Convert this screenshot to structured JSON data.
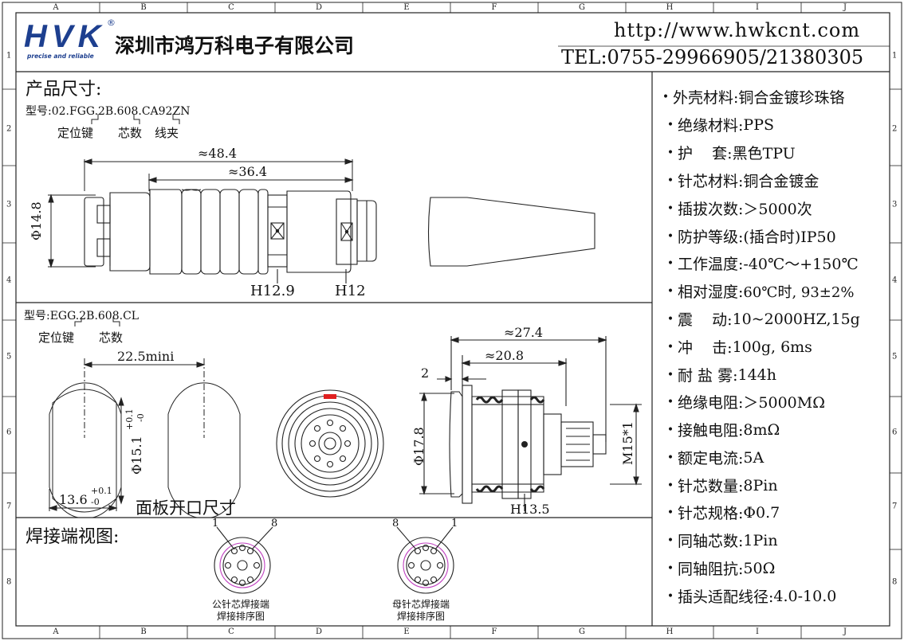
{
  "grid": {
    "columns": [
      "A",
      "B",
      "C",
      "D",
      "E",
      "F",
      "G",
      "H",
      "I",
      "J"
    ],
    "rows": [
      "1",
      "2",
      "3",
      "4",
      "5",
      "6",
      "7",
      "8"
    ]
  },
  "header": {
    "logo_text": "HVK",
    "logo_registered": "®",
    "logo_slogan": "precise and reliable",
    "company_name": "深圳市鸿万科电子有限公司",
    "website": "http://www.hwkcnt.com",
    "phone": "TEL:0755-29966905/21380305"
  },
  "product": {
    "section_title": "产品尺寸:",
    "model_label": "型号:02.FGG.2B.608.CA92ZN",
    "callout_key": "定位键",
    "callout_cores": "芯数",
    "callout_clamp": "线夹",
    "dim_overall": "≈48.4",
    "dim_body": "≈36.4",
    "dim_diameter": "Φ14.8",
    "dim_hex1": "H12.9",
    "dim_hex2": "H12"
  },
  "socket": {
    "model_label": "型号:EGG.2B.608.CL",
    "callout_key": "定位键",
    "callout_cores": "芯数",
    "dim_span": "22.5mini",
    "dim_hole_dia": "Φ15.1",
    "dim_hole_dia_tol_upper": "+0.1",
    "dim_hole_dia_tol_lower": "-0",
    "dim_flat": "13.6",
    "dim_flat_tol_upper": "+0.1",
    "dim_flat_tol_lower": "-0",
    "panel_cutout_label": "面板开口尺寸",
    "dim_len_total": "≈27.4",
    "dim_len_body": "≈20.8",
    "dim_flange": "2",
    "dim_diameter": "Φ17.8",
    "dim_hex": "H13.5",
    "dim_thread": "M15*1"
  },
  "solder": {
    "section_title": "焊接端视图:",
    "male_pin_first": "1",
    "male_pin_last": "8",
    "female_pin_first": "8",
    "female_pin_last": "1",
    "male_caption_1": "公针芯焊接端",
    "male_caption_2": "焊接排序图",
    "female_caption_1": "母针芯焊接端",
    "female_caption_2": "焊接排序图"
  },
  "specs": [
    {
      "label": "外壳材料:",
      "value": "铜合金镀珍珠铬"
    },
    {
      "label": "绝缘材料:",
      "value": "PPS"
    },
    {
      "label": "护    套:",
      "value": "黑色TPU"
    },
    {
      "label": "针芯材料:",
      "value": "铜合金镀金"
    },
    {
      "label": "插拔次数:",
      "value": "＞5000次"
    },
    {
      "label": "防护等级:",
      "value": "(插合时)IP50"
    },
    {
      "label": "工作温度:",
      "value": "-40℃～+150℃"
    },
    {
      "label": "相对湿度:",
      "value": "60℃时, 93±2%"
    },
    {
      "label": "震    动:",
      "value": "10~2000HZ,15g"
    },
    {
      "label": "冲    击:",
      "value": "100g, 6ms"
    },
    {
      "label": "耐 盐 雾:",
      "value": "144h"
    },
    {
      "label": "绝缘电阻:",
      "value": "＞5000MΩ"
    },
    {
      "label": "接触电阻:",
      "value": "8mΩ"
    },
    {
      "label": "额定电流:",
      "value": "5A"
    },
    {
      "label": "针芯数量:",
      "value": "8Pin"
    },
    {
      "label": "针芯规格:",
      "value": "Φ0.7"
    },
    {
      "label": "同轴芯数:",
      "value": "1Pin"
    },
    {
      "label": "同轴阻抗:",
      "value": "50Ω"
    },
    {
      "label": "插头适配线径:",
      "value": "4.0-10.0"
    }
  ],
  "colors": {
    "logo_blue": "#1d3f8f",
    "line": "#222222",
    "key_mark": "#e02020",
    "solder_ring": "#c040c0"
  }
}
